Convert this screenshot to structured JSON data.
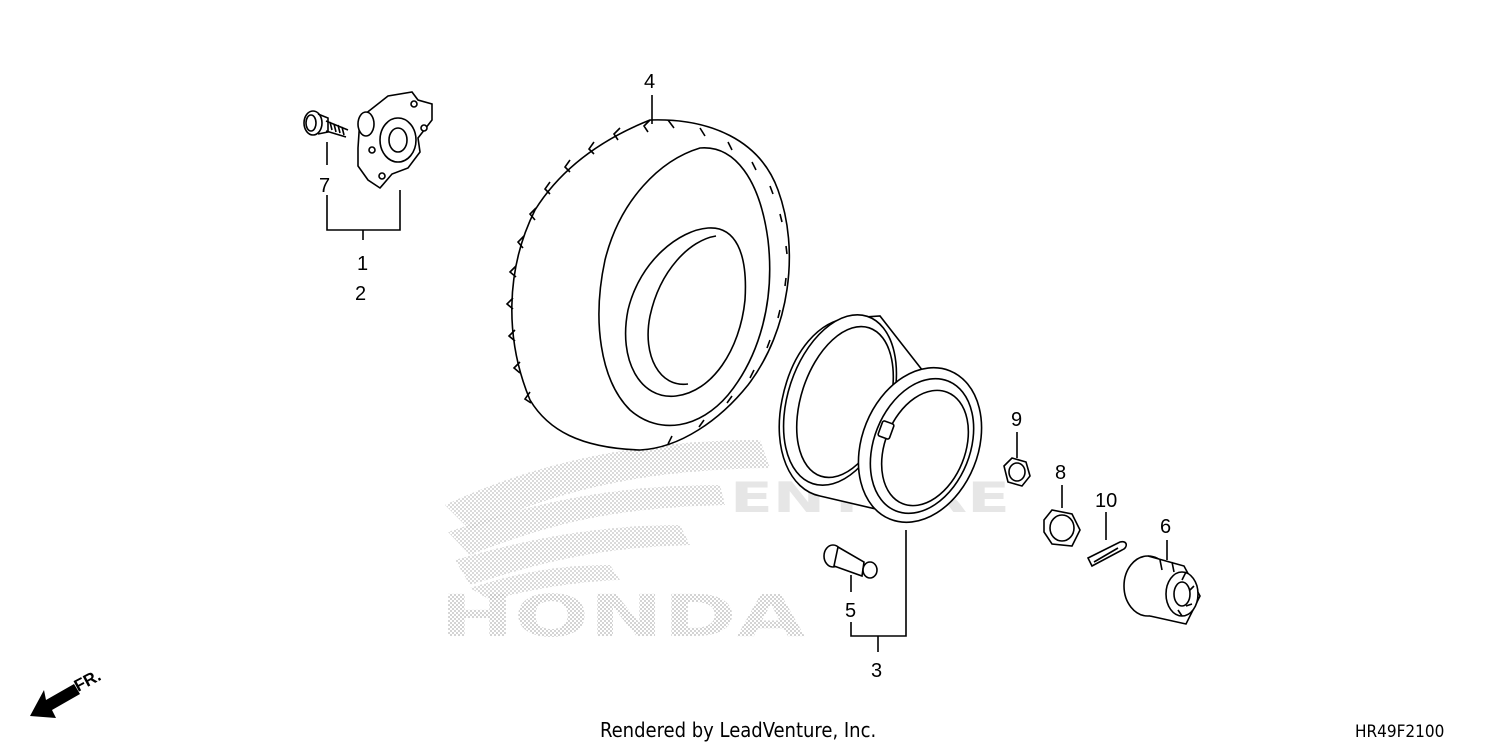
{
  "diagram": {
    "callouts": {
      "c1": "1",
      "c2": "2",
      "c3": "3",
      "c4": "4",
      "c5": "5",
      "c6": "6",
      "c7": "7",
      "c8": "8",
      "c9": "9",
      "c10": "10"
    },
    "front_indicator": "FR.",
    "watermark": {
      "brand": "HONDA",
      "vendor": "ENTURE"
    }
  },
  "footer": {
    "credit": "Rendered by LeadVenture, Inc.",
    "diagram_code": "HR49F2100"
  },
  "colors": {
    "line": "#000000",
    "watermark": "#c8c8c8",
    "background": "#ffffff"
  }
}
